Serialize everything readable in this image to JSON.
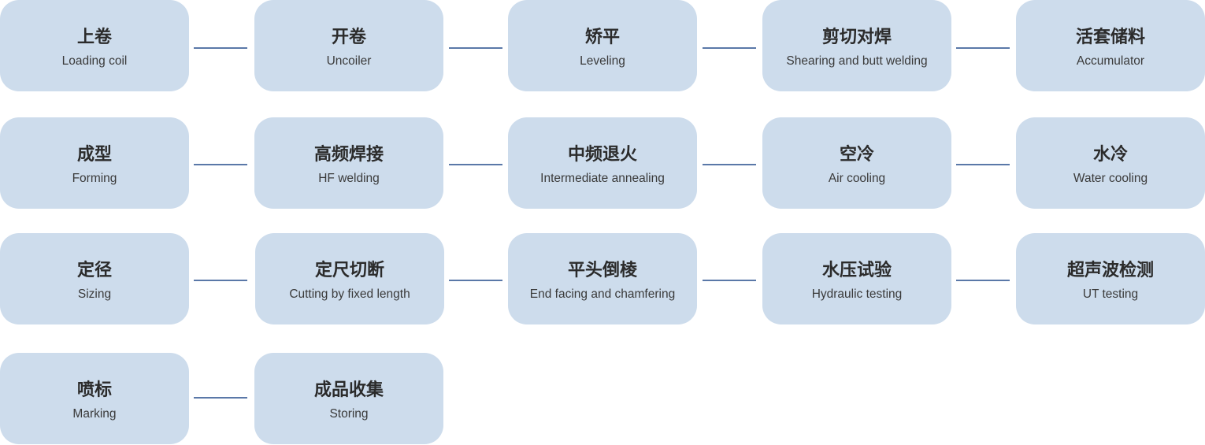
{
  "steps": [
    {
      "zh": "上卷",
      "en": "Loading coil"
    },
    {
      "zh": "开卷",
      "en": "Uncoiler"
    },
    {
      "zh": "矫平",
      "en": "Leveling"
    },
    {
      "zh": "剪切对焊",
      "en": "Shearing and butt welding"
    },
    {
      "zh": "活套储料",
      "en": "Accumulator"
    },
    {
      "zh": "成型",
      "en": "Forming"
    },
    {
      "zh": "高频焊接",
      "en": "HF welding"
    },
    {
      "zh": "中频退火",
      "en": "Intermediate annealing"
    },
    {
      "zh": "空冷",
      "en": "Air cooling"
    },
    {
      "zh": "水冷",
      "en": "Water cooling"
    },
    {
      "zh": "定径",
      "en": "Sizing"
    },
    {
      "zh": "定尺切断",
      "en": "Cutting by fixed length"
    },
    {
      "zh": "平头倒棱",
      "en": "End facing and chamfering"
    },
    {
      "zh": "水压试验",
      "en": "Hydraulic testing"
    },
    {
      "zh": "超声波检测",
      "en": "UT testing"
    },
    {
      "zh": "喷标",
      "en": "Marking"
    },
    {
      "zh": "成品收集",
      "en": "Storing"
    }
  ],
  "colors": {
    "box_fill": "#cddcec",
    "connector": "#5a78a8",
    "title_text": "#2b2b2b",
    "subtitle_text": "#3a3a3a"
  }
}
